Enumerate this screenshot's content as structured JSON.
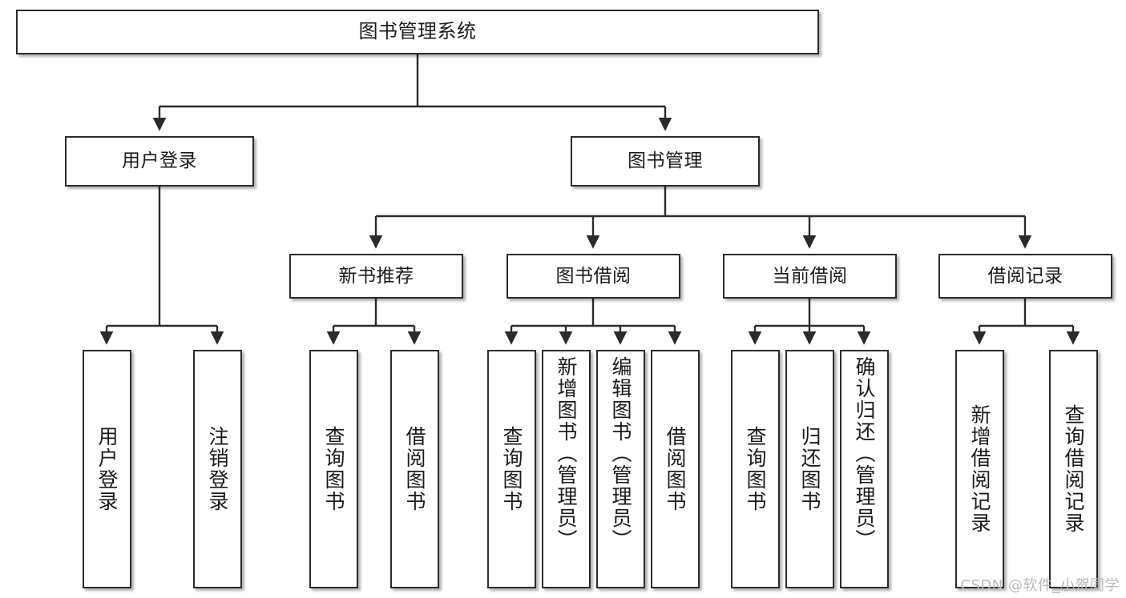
{
  "diagram": {
    "title": "图书管理系统",
    "type": "tree-hierarchy",
    "watermark": "CSDN @软件_小贺同学",
    "colors": {
      "box_border": "#2b2b2b",
      "box_fill": "#ffffff",
      "connector": "#2b2b2b",
      "background": "#ffffff",
      "watermark": "#b9b9b9"
    },
    "root": {
      "label": "图书管理系统"
    },
    "level2": [
      {
        "label": "用户登录"
      },
      {
        "label": "图书管理"
      }
    ],
    "level3": [
      {
        "label": "新书推荐"
      },
      {
        "label": "图书借阅"
      },
      {
        "label": "当前借阅"
      },
      {
        "label": "借阅记录"
      }
    ],
    "leaves": {
      "user_login": [
        {
          "label": "用户登录"
        },
        {
          "label": "注销登录"
        }
      ],
      "new_book_recommend": [
        {
          "label": "查询图书"
        },
        {
          "label": "借阅图书"
        }
      ],
      "book_borrow": [
        {
          "label": "查询图书"
        },
        {
          "label": "新增图书（管理员）"
        },
        {
          "label": "编辑图书（管理员）"
        },
        {
          "label": "借阅图书"
        }
      ],
      "current_borrow": [
        {
          "label": "查询图书"
        },
        {
          "label": "归还图书"
        },
        {
          "label": "确认归还（管理员）"
        }
      ],
      "borrow_records": [
        {
          "label": "新增借阅记录"
        },
        {
          "label": "查询借阅记录"
        }
      ]
    }
  }
}
